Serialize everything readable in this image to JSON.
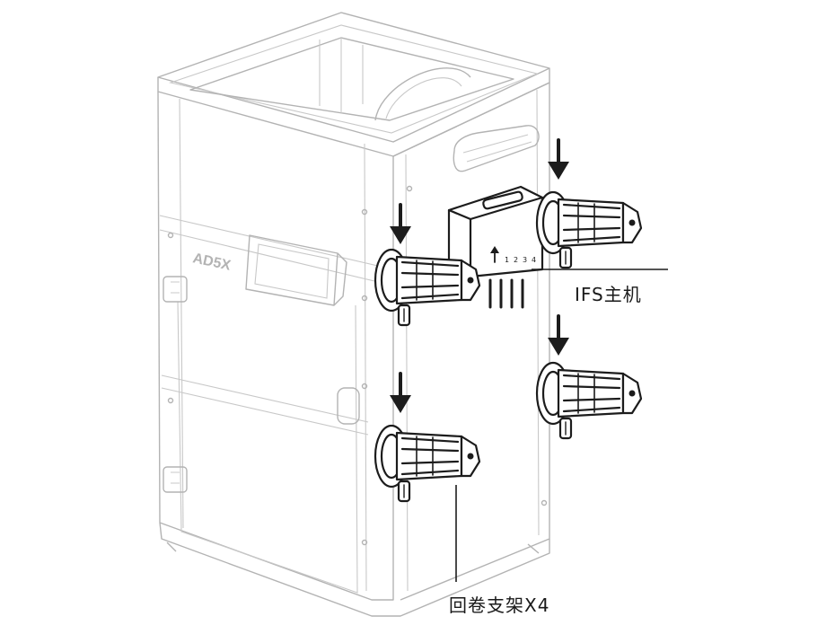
{
  "printer_model_text": "AD5X",
  "host_label": "IFS主机",
  "host_port_numbers": [
    "1",
    "2",
    "3",
    "4"
  ],
  "holder_label": "回卷支架X4",
  "colors": {
    "frame": "#b3b3b3",
    "parts": "#1c1c1c",
    "background": "#ffffff"
  }
}
